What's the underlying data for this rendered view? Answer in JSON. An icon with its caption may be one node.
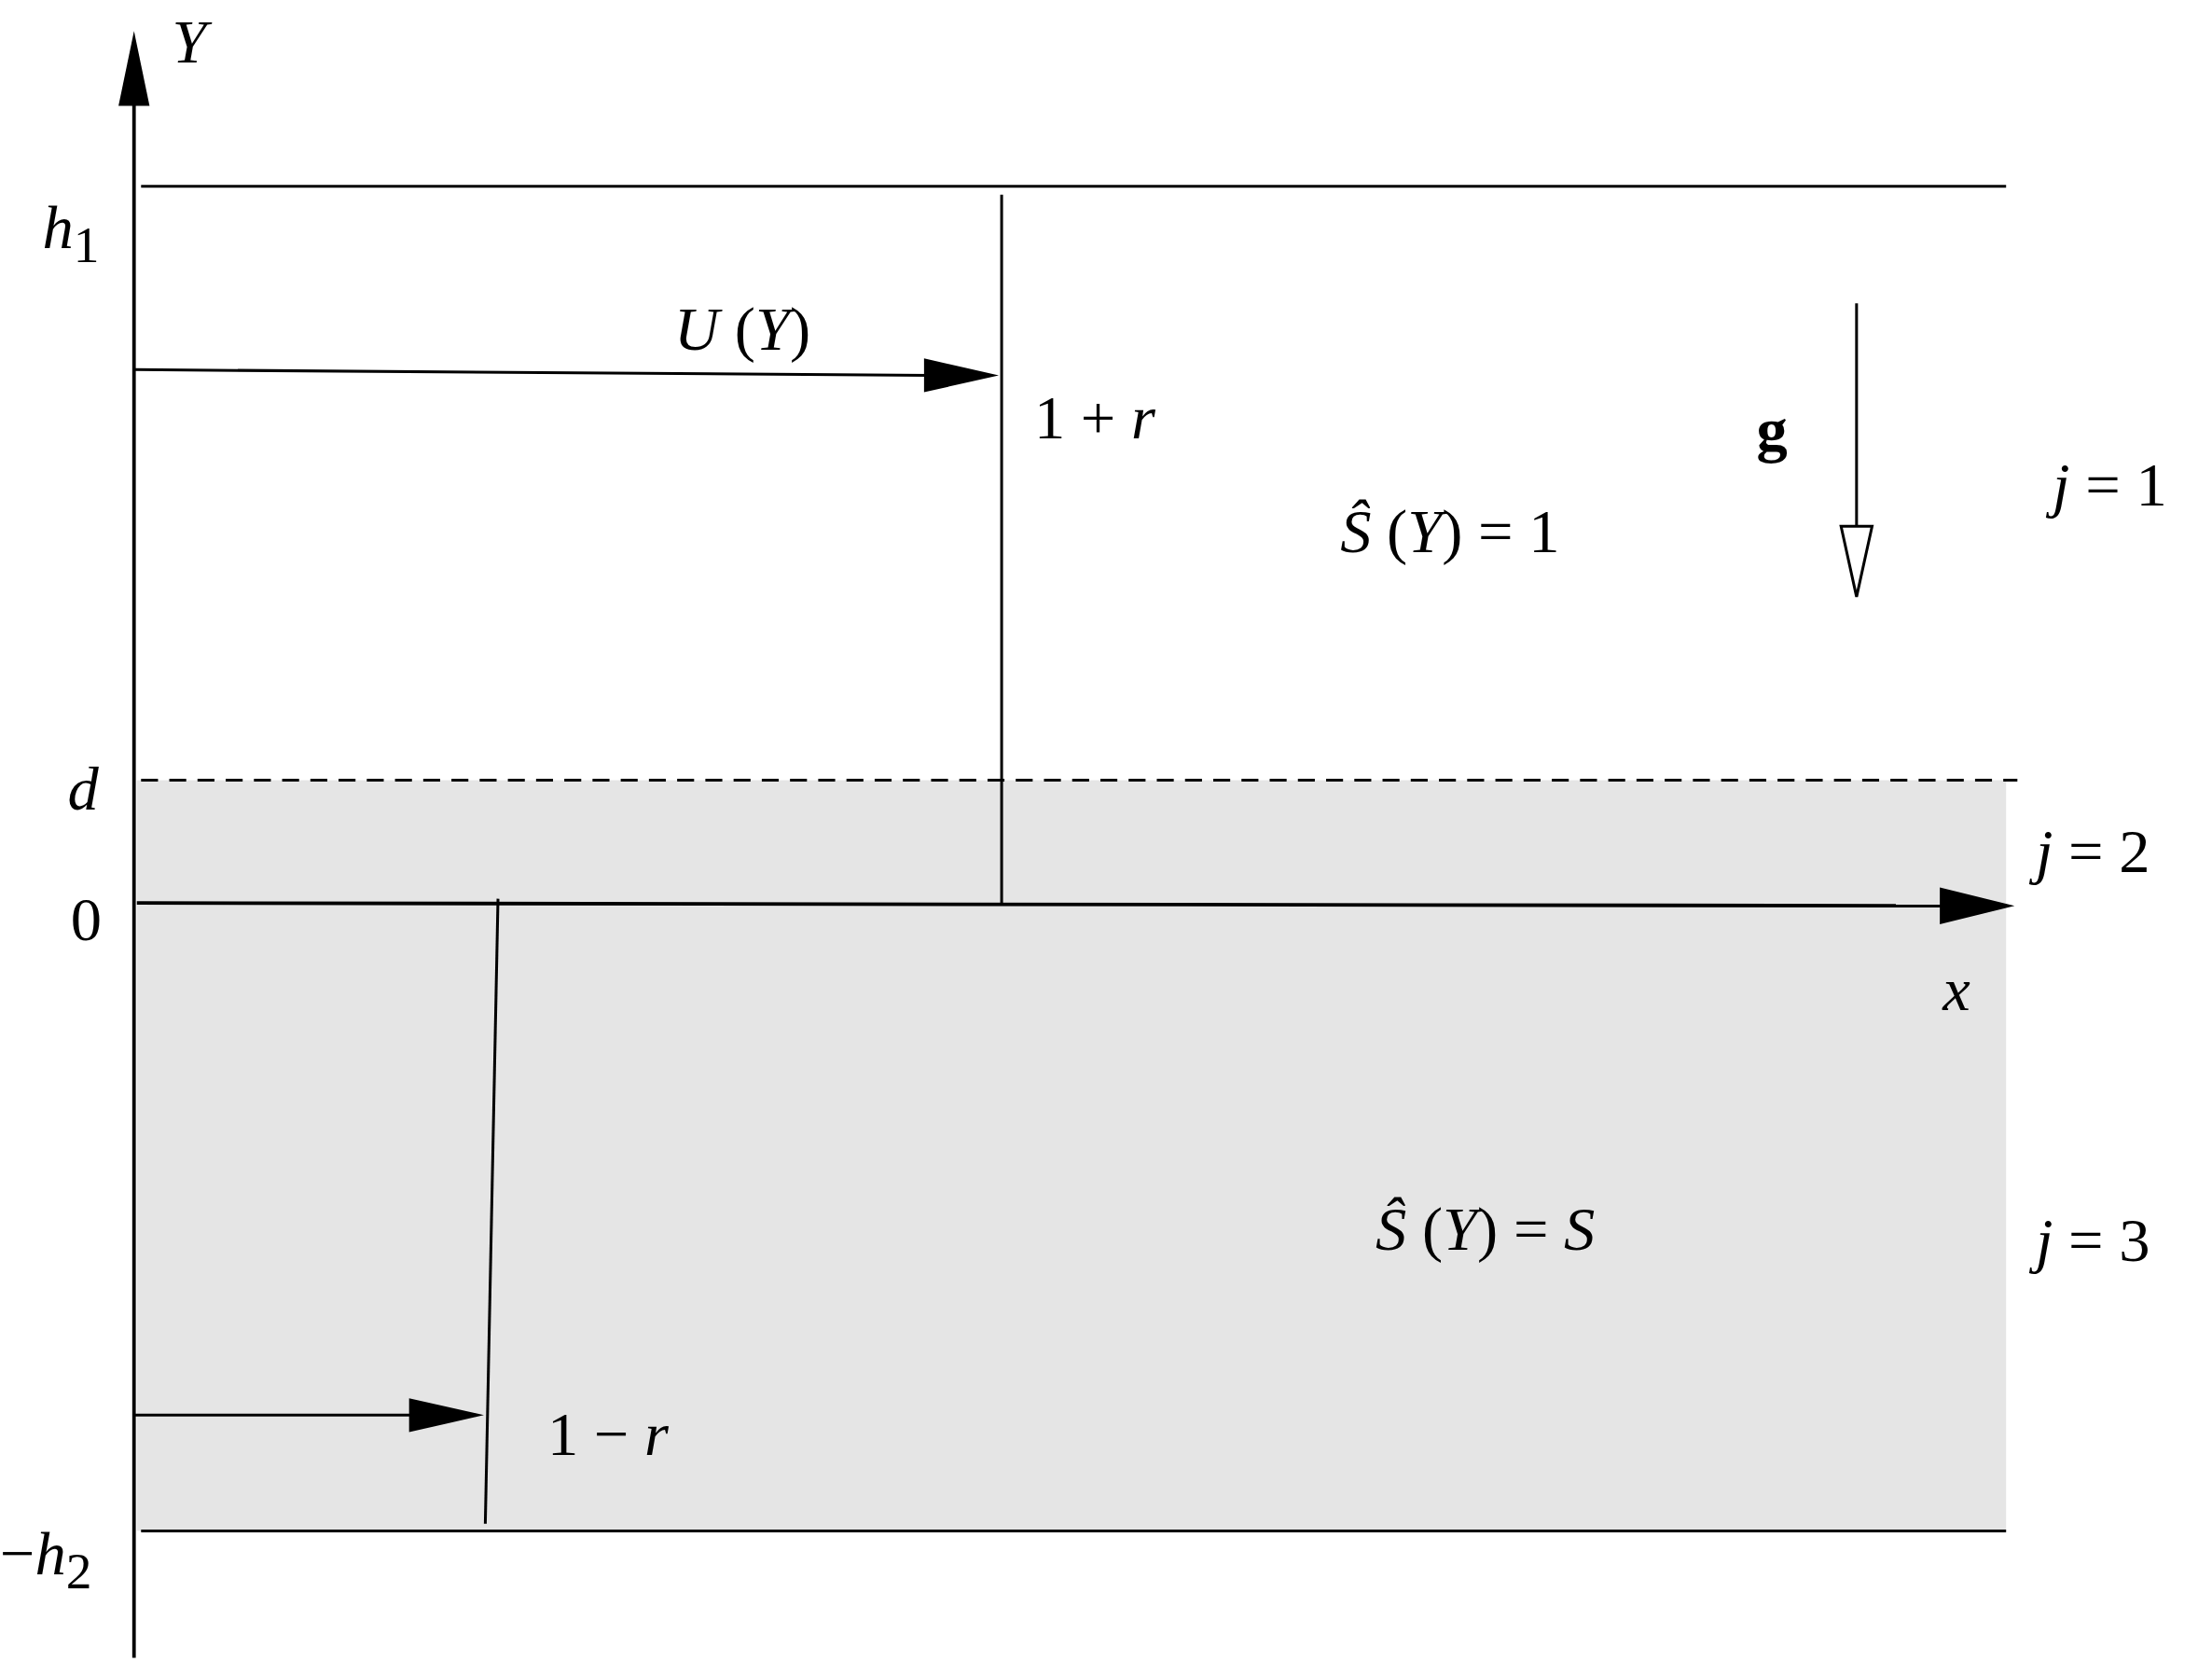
{
  "diagram": {
    "labels": [
      "Y",
      "*h*$_{1}$",
      "*U* (*Y*)",
      "1 + *r*",
      "g",
      "*Ŝ* (*Y*) = 1",
      "*j* = 1",
      "d",
      "*j* = 2",
      "0",
      "x",
      "*Ŝ* (*Y*) = *S*",
      "*j* = 3",
      "1 − *r*",
      "−*h*$_{2}$"
    ]
  }
}
